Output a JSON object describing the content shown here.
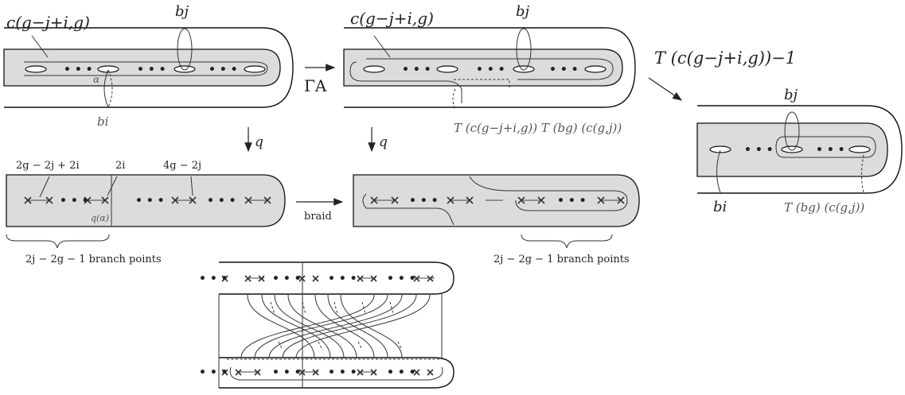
{
  "labels": {
    "c_top_left": "c(g−j+i,g)",
    "bj_top_left": "bj",
    "alpha": "α",
    "bi_top_left": "bi",
    "gamma": "ΓA",
    "c_top_mid": "c(g−j+i,g)",
    "bj_top_mid": "bj",
    "T_inverse": "T (c(g−j+i,g))−1",
    "bj_right": "bj",
    "bi_right": "bi",
    "T_bg_c_right": "T (bg) (c(g,j))",
    "T_product_mid": "T (c(g−j+i,g)) T (bg) (c(g,j))",
    "q_left": "q",
    "q_mid": "q",
    "num_2g2j2i": "2g − 2j + 2i",
    "num_2i": "2i",
    "num_4g2j": "4g − 2j",
    "q_alpha": "q(α)",
    "braid": "braid",
    "branch_left": "2j − 2g − 1 branch points",
    "branch_mid": "2j − 2g − 1 branch points"
  },
  "dots": "• • •"
}
